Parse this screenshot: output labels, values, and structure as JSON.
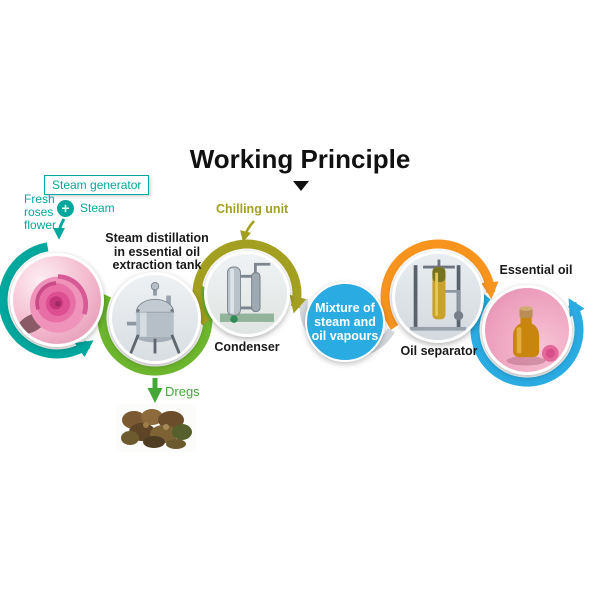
{
  "title": "Working Principle",
  "steps": {
    "steam_generator": "Steam generator",
    "fresh_roses": "Fresh\nroses\nflower",
    "plus": "+",
    "steam": "Steam",
    "extraction": "Steam distillation\nin essential oil\nextraction tank",
    "chilling_unit": "Chilling unit",
    "condenser": "Condenser",
    "mixture": "Mixture of\nsteam and\noil vapours",
    "oil_separator": "Oil separator",
    "essential_oil": "Essential oil",
    "dregs": "Dregs"
  },
  "colors": {
    "teal": "#00a79d",
    "green": "#6cb52d",
    "olive": "#a3a021",
    "blue": "#2aabe2",
    "orange": "#f7941e",
    "dregs_green": "#44a838",
    "text": "#111111"
  },
  "images": {
    "rose": "fresh-roses-photo",
    "tank": "extraction-tank-photo",
    "condenser": "condenser-photo",
    "separator": "oil-separator-photo",
    "bottle": "essential-oil-bottle-photo",
    "dregs": "dregs-photo"
  }
}
